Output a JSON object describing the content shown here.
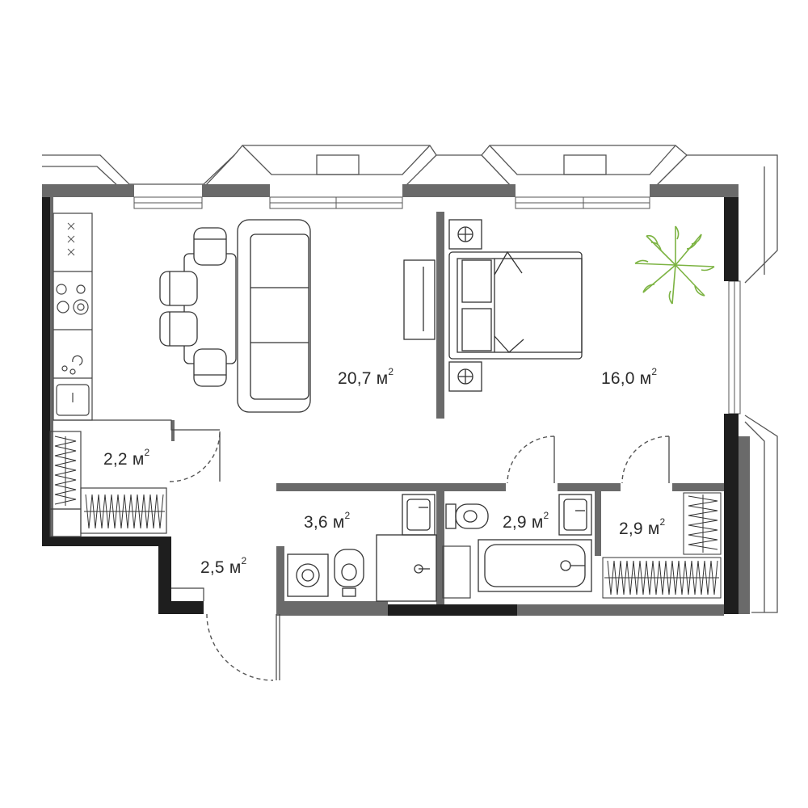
{
  "plan": {
    "unit_label": "м",
    "unit_power": "2",
    "rooms": [
      {
        "id": "living",
        "area": "20,7"
      },
      {
        "id": "bedroom",
        "area": "16,0"
      },
      {
        "id": "storage-left",
        "area": "2,2"
      },
      {
        "id": "hall",
        "area": "3,6"
      },
      {
        "id": "bathroom",
        "area": "2,9"
      },
      {
        "id": "wardrobe",
        "area": "2,9"
      },
      {
        "id": "entry",
        "area": "2,5"
      }
    ]
  },
  "colors": {
    "wall_dark": "#1e1e1e",
    "wall_grey": "#6a6a6a",
    "line": "#333333",
    "plant": "#7cb342"
  }
}
